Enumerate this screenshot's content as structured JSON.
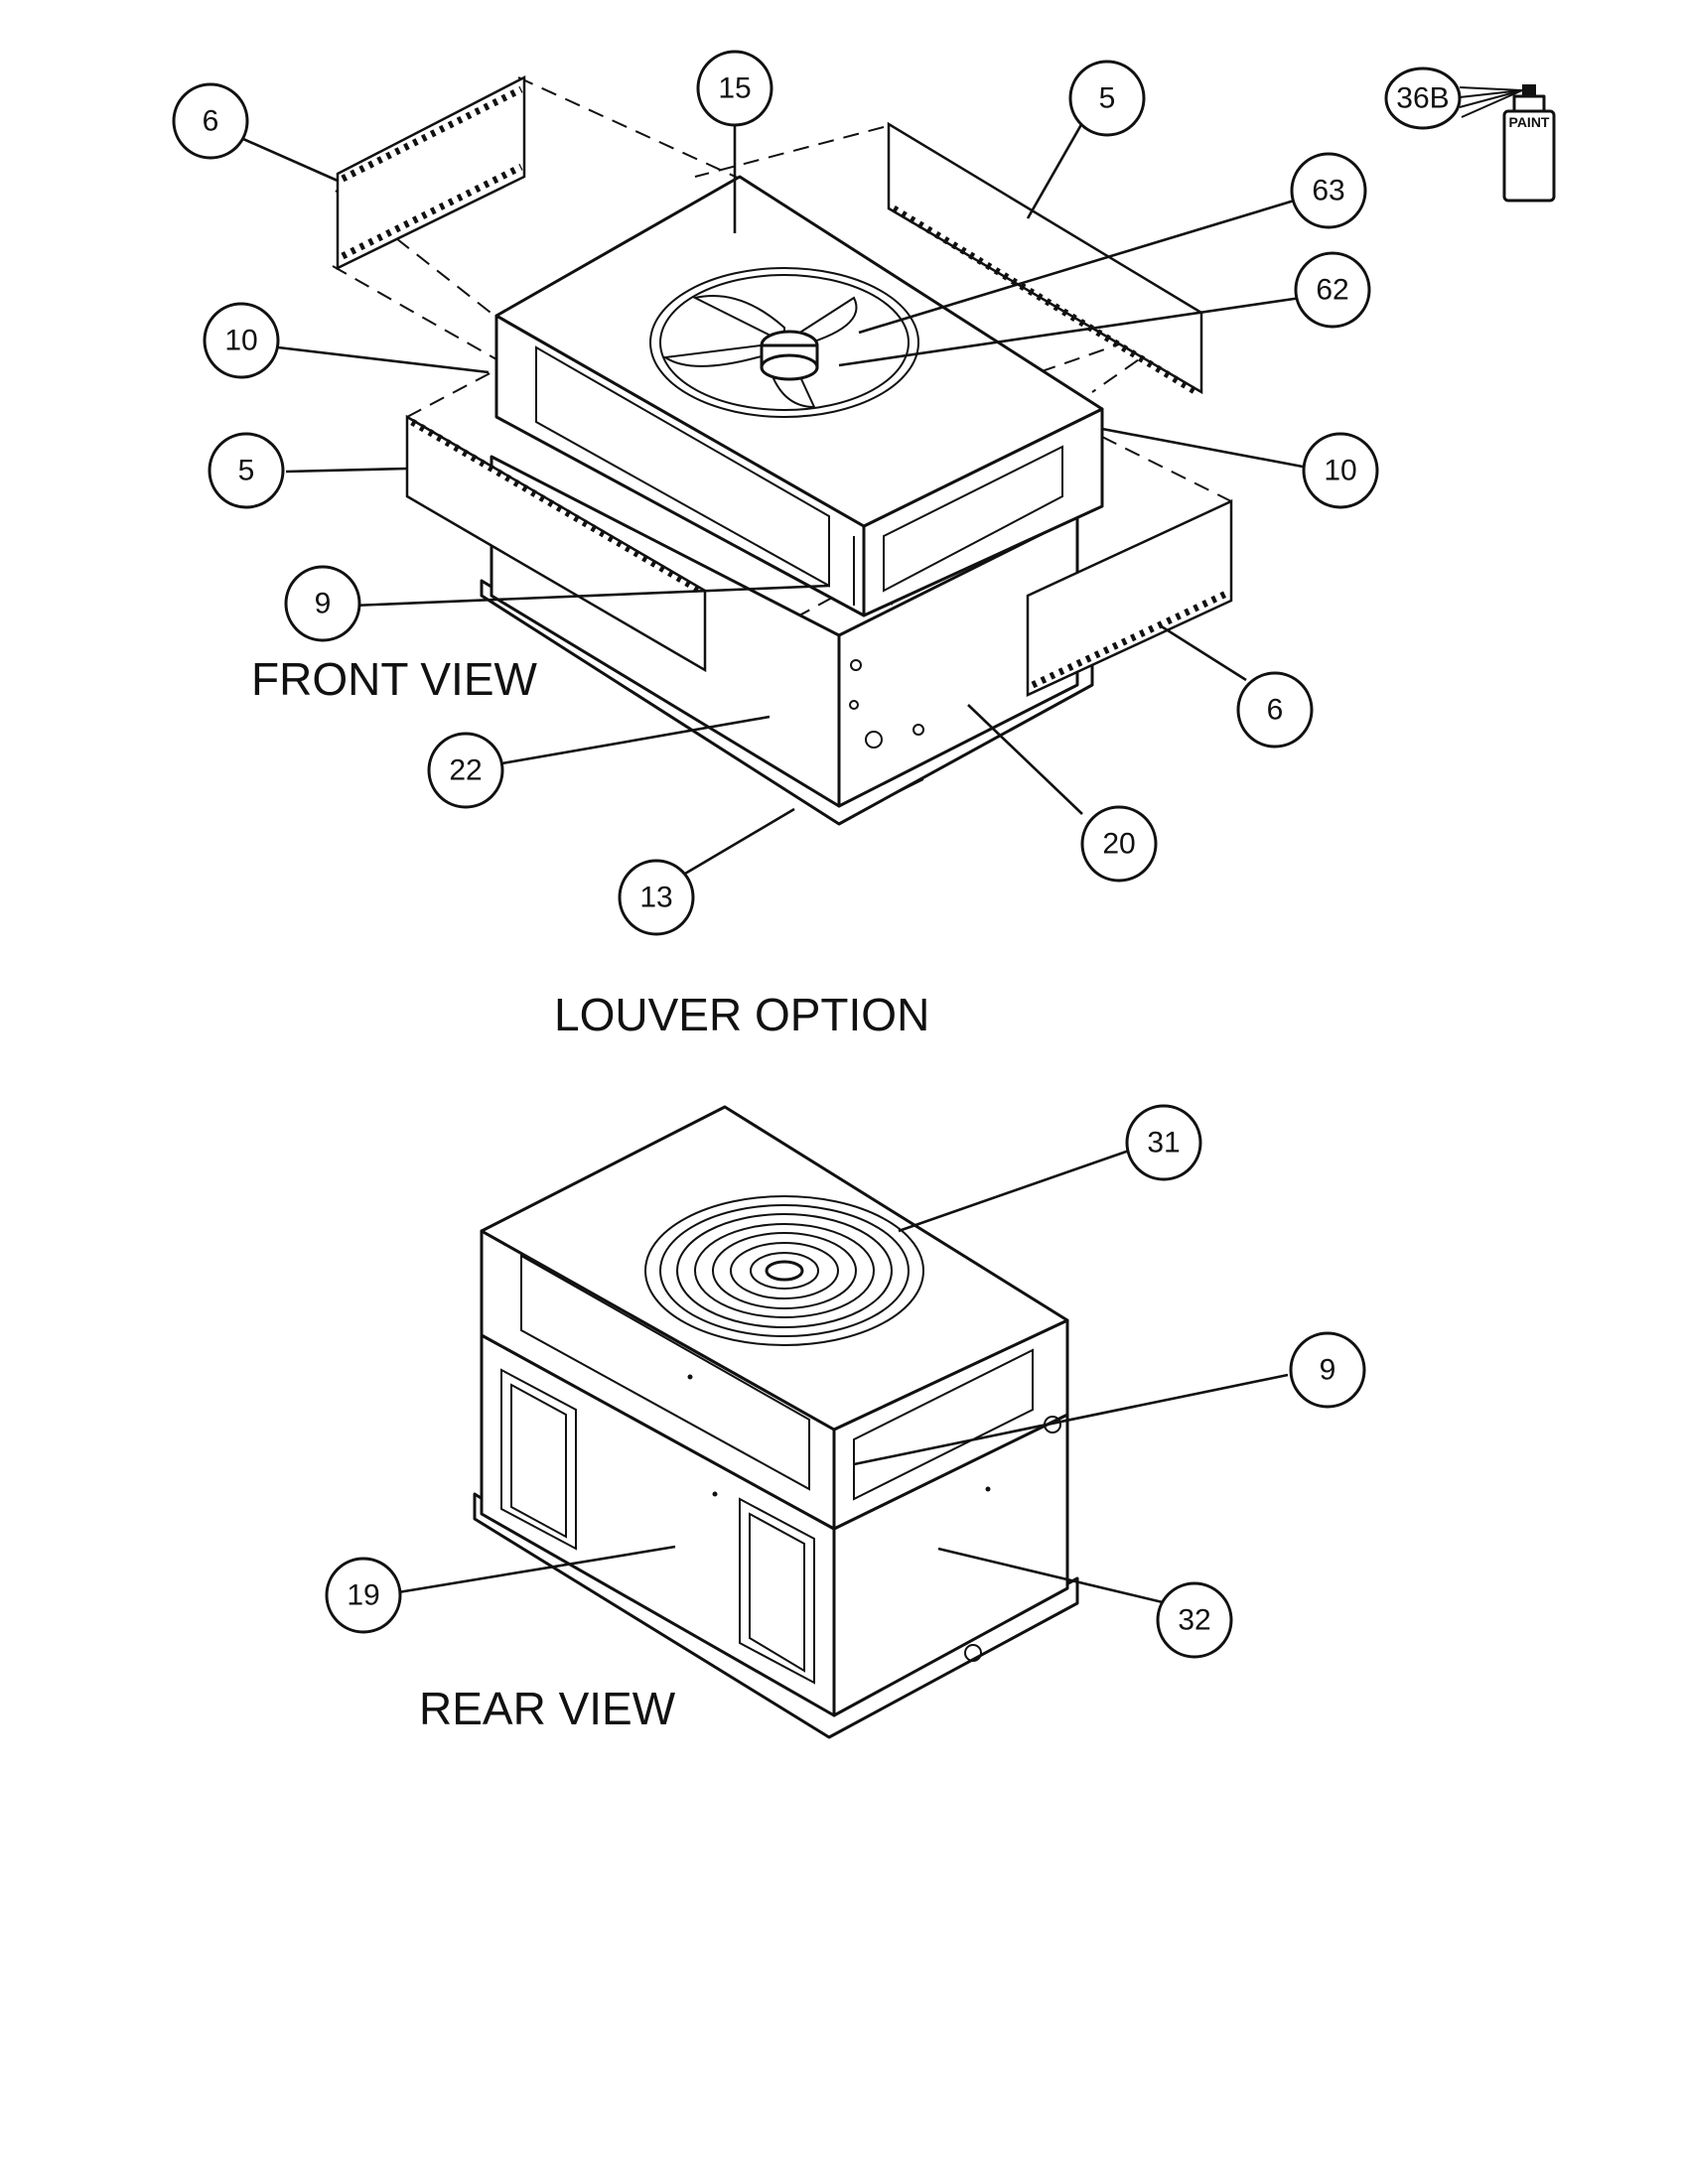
{
  "labels": {
    "front_view": "FRONT VIEW",
    "louver_option": "LOUVER OPTION",
    "rear_view": "REAR VIEW",
    "paint_can": "PAINT"
  },
  "callouts": [
    {
      "id": "c6a",
      "text": "6"
    },
    {
      "id": "c15",
      "text": "15"
    },
    {
      "id": "c5a",
      "text": "5"
    },
    {
      "id": "c36b",
      "text": "36B"
    },
    {
      "id": "c63",
      "text": "63"
    },
    {
      "id": "c62",
      "text": "62"
    },
    {
      "id": "c10a",
      "text": "10"
    },
    {
      "id": "c10b",
      "text": "10"
    },
    {
      "id": "c5b",
      "text": "5"
    },
    {
      "id": "c9a",
      "text": "9"
    },
    {
      "id": "c6b",
      "text": "6"
    },
    {
      "id": "c22",
      "text": "22"
    },
    {
      "id": "c20",
      "text": "20"
    },
    {
      "id": "c13",
      "text": "13"
    },
    {
      "id": "c31",
      "text": "31"
    },
    {
      "id": "c9b",
      "text": "9"
    },
    {
      "id": "c19",
      "text": "19"
    },
    {
      "id": "c32",
      "text": "32"
    }
  ]
}
